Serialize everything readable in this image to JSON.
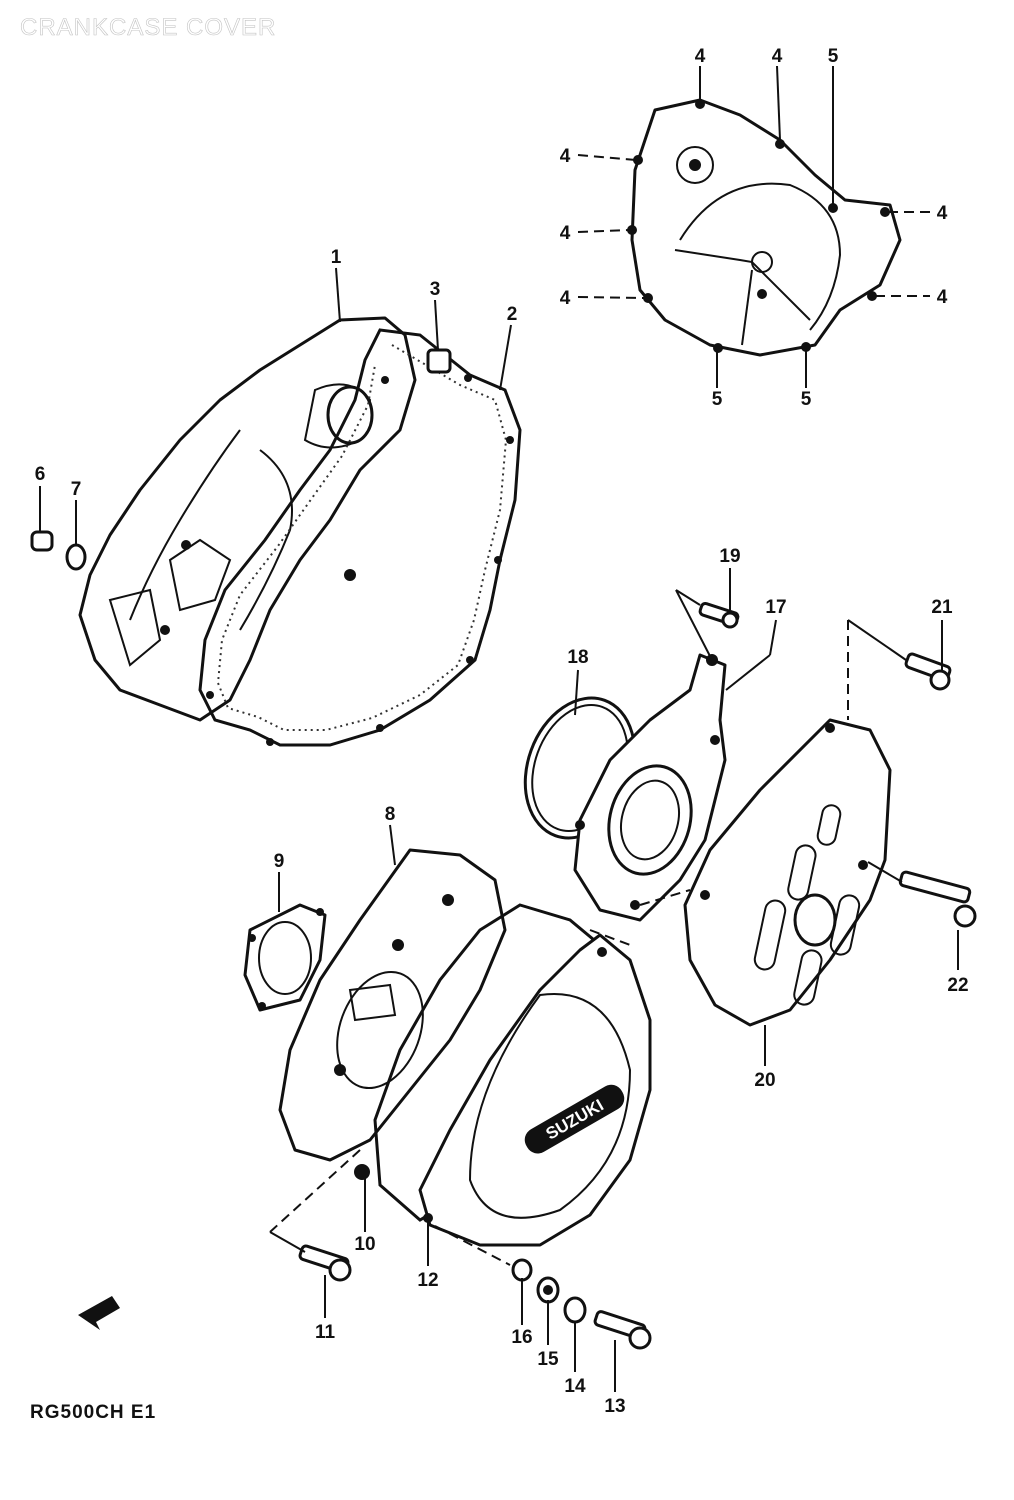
{
  "diagram": {
    "heading": "CRANKCASE COVER",
    "model_code": "RG500CH E1",
    "callouts": [
      {
        "id": "c1",
        "label": "1"
      },
      {
        "id": "c2",
        "label": "2"
      },
      {
        "id": "c3",
        "label": "3"
      },
      {
        "id": "c4a",
        "label": "4"
      },
      {
        "id": "c4b",
        "label": "4"
      },
      {
        "id": "c4c",
        "label": "4"
      },
      {
        "id": "c4d",
        "label": "4"
      },
      {
        "id": "c4e",
        "label": "4"
      },
      {
        "id": "c4f",
        "label": "4"
      },
      {
        "id": "c4g",
        "label": "4"
      },
      {
        "id": "c5a",
        "label": "5"
      },
      {
        "id": "c5b",
        "label": "5"
      },
      {
        "id": "c5c",
        "label": "5"
      },
      {
        "id": "c6",
        "label": "6"
      },
      {
        "id": "c7",
        "label": "7"
      },
      {
        "id": "c8",
        "label": "8"
      },
      {
        "id": "c9",
        "label": "9"
      },
      {
        "id": "c10",
        "label": "10"
      },
      {
        "id": "c11",
        "label": "11"
      },
      {
        "id": "c12",
        "label": "12"
      },
      {
        "id": "c13",
        "label": "13"
      },
      {
        "id": "c14",
        "label": "14"
      },
      {
        "id": "c15",
        "label": "15"
      },
      {
        "id": "c16",
        "label": "16"
      },
      {
        "id": "c17",
        "label": "17"
      },
      {
        "id": "c18",
        "label": "18"
      },
      {
        "id": "c19",
        "label": "19"
      },
      {
        "id": "c20",
        "label": "20"
      },
      {
        "id": "c21",
        "label": "21"
      },
      {
        "id": "c22",
        "label": "22"
      }
    ],
    "cover_logo": "SUZUKI"
  }
}
